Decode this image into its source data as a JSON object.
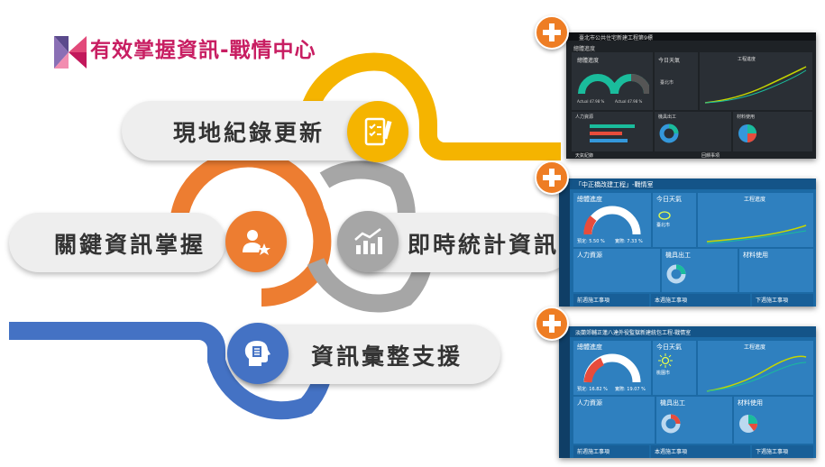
{
  "title": "有效掌握資訊-戰情中心",
  "colors": {
    "yellow": "#f5b400",
    "orange": "#ed7d31",
    "gray": "#a6a6a6",
    "blue": "#4472c4",
    "title": "#c81e62",
    "plus": "#ee7d24"
  },
  "items": [
    {
      "label": "現地紀錄更新",
      "icon": "checklist-pen-icon"
    },
    {
      "label": "關鍵資訊掌握",
      "icon": "person-star-icon"
    },
    {
      "label": "即時統計資訊",
      "icon": "bar-chart-trend-icon"
    },
    {
      "label": "資訊彙整支援",
      "icon": "head-document-icon"
    }
  ],
  "dashboards": [
    {
      "title": "臺北市公共住宅新建工程第9標",
      "sections": [
        "總體進度",
        "今日天氣",
        "工程進度",
        "人力資源",
        "機具出工",
        "材料使用",
        "天氣紀錄",
        "回饋事項"
      ],
      "progress": [
        "Actual 47.98 %",
        "Actual 47.98 %"
      ],
      "weather": [
        "臺北市"
      ]
    },
    {
      "title": "「中正橋改建工程」-戰情室",
      "sections": [
        "總體進度",
        "今日天氣",
        "工程進度",
        "人力資源",
        "機具出工",
        "材料使用",
        "前週施工事項",
        "本週施工事項",
        "下週施工事項"
      ],
      "progress": [
        "預定: 5.50 %",
        "實際: 7.33 %"
      ],
      "weather": [
        "臺北市"
      ]
    },
    {
      "title": "淡蘭郊輔正蓮八達外役監獄新建統包工程-戰情室",
      "sections": [
        "總體進度",
        "今日天氣",
        "工程進度",
        "人力資源",
        "機具出工",
        "材料使用",
        "前週施工事項",
        "本週施工事項",
        "下週施工事項"
      ],
      "progress": [
        "預定: 16.82 %",
        "實際: 19.07 %"
      ],
      "weather": [
        "桃園市"
      ]
    }
  ]
}
